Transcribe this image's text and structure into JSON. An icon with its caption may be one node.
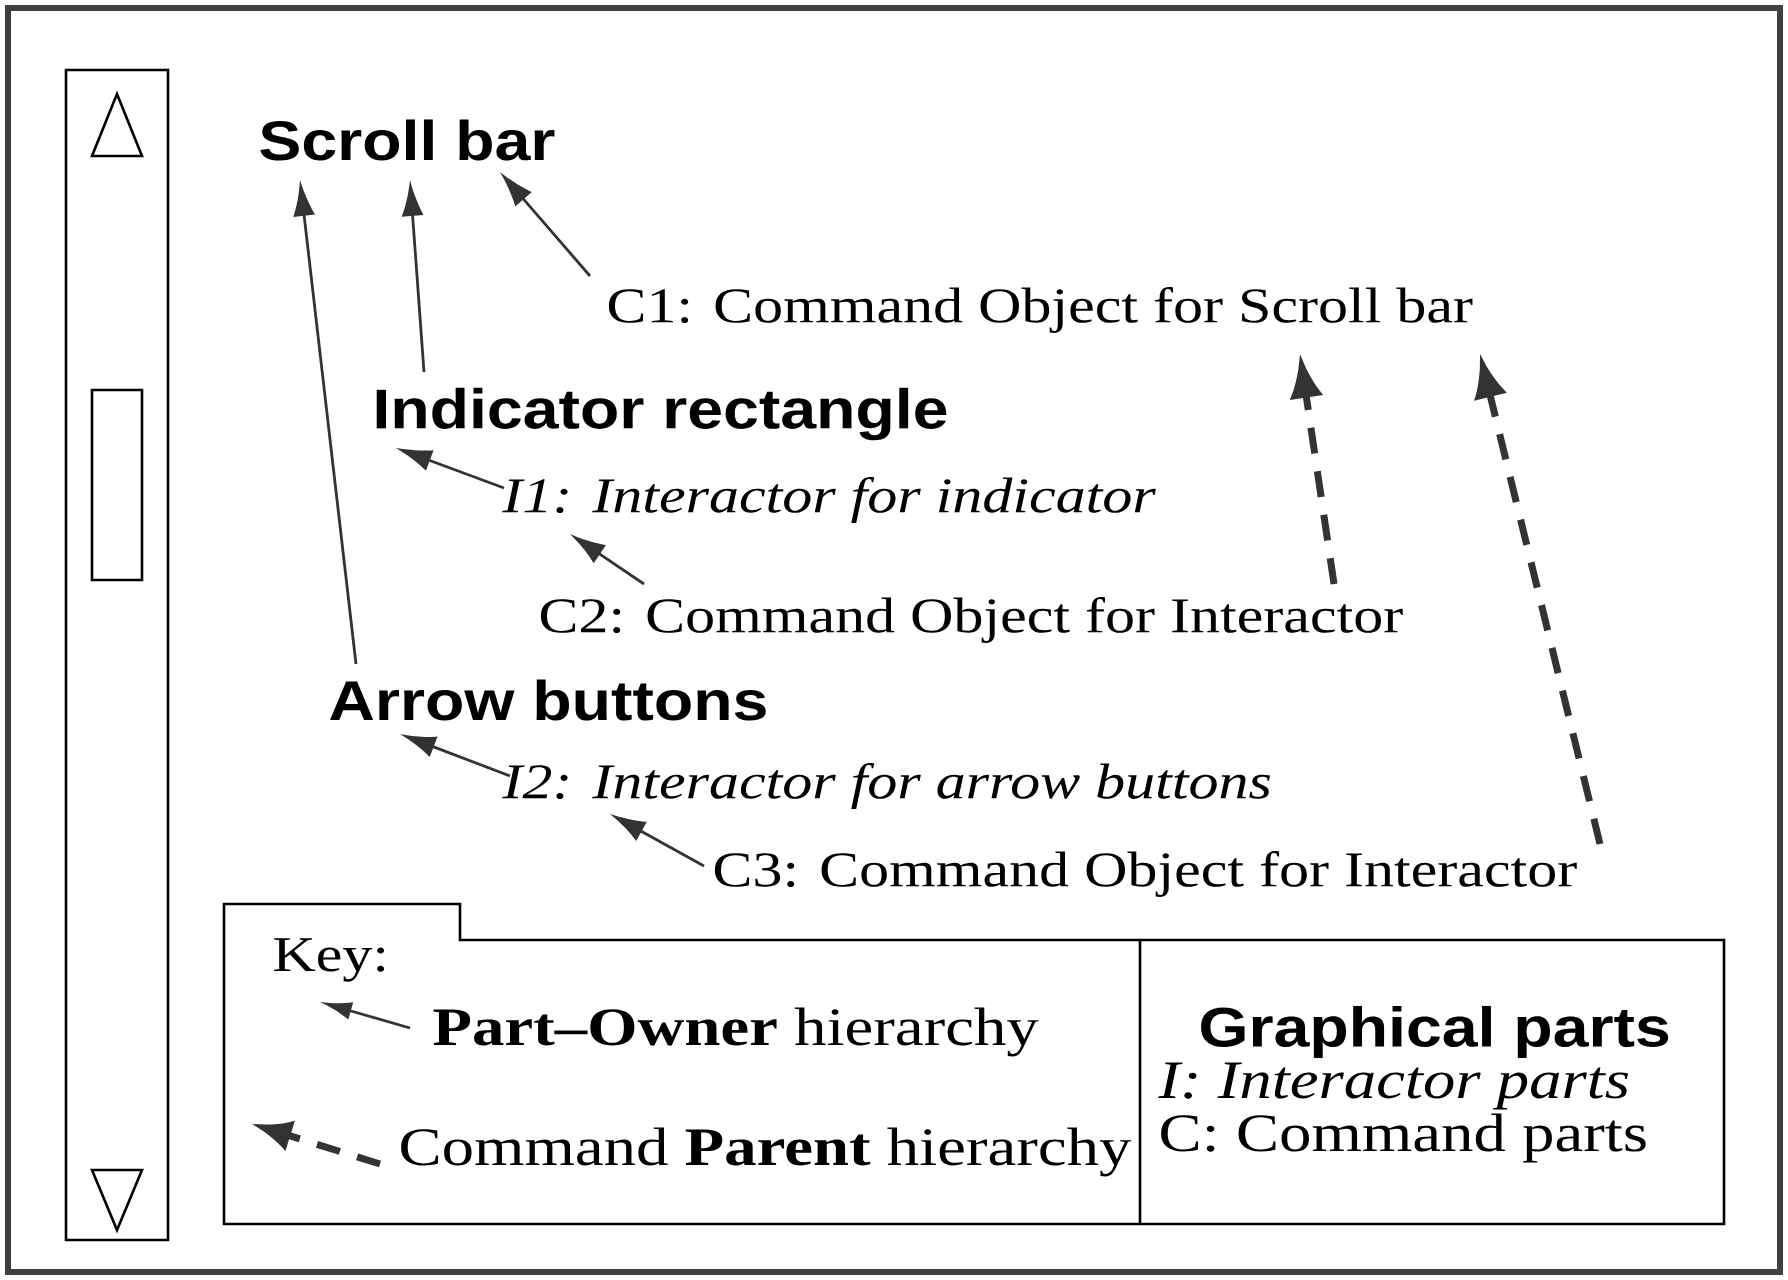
{
  "diagram": {
    "nodes": [
      {
        "text": [
          "Scroll bar"
        ]
      },
      {
        "text": [
          "Indicator rectangle"
        ]
      },
      {
        "text": [
          "Arrow buttons"
        ]
      },
      {
        "text": [
          "C1: Command Object for Scroll bar"
        ]
      },
      {
        "text": [
          "I1: Interactor for indicator"
        ]
      },
      {
        "text": [
          "C2: Command Object for Interactor"
        ]
      },
      {
        "text": [
          "I2: Interactor for arrow buttons"
        ]
      },
      {
        "text": [
          "C3: Command Object for Interactor"
        ]
      }
    ],
    "edges": [
      {
        "from": 1,
        "to": 0,
        "arrow": "to"
      },
      {
        "from": 2,
        "to": 0,
        "arrow": "to"
      },
      {
        "from": 3,
        "to": 0,
        "arrow": "to"
      },
      {
        "from": 4,
        "to": 1,
        "arrow": "to"
      },
      {
        "from": 5,
        "to": 4,
        "arrow": "to"
      },
      {
        "from": 6,
        "to": 2,
        "arrow": "to"
      },
      {
        "from": 7,
        "to": 6,
        "arrow": "to"
      },
      {
        "from": 5,
        "to": 3,
        "arrow": "to",
        "style": "dashed"
      },
      {
        "from": 7,
        "to": 3,
        "arrow": "to",
        "style": "dashed"
      }
    ],
    "labels": [
      "Key:",
      "Graphical parts",
      "I: Interactor parts",
      "C: Command parts"
    ],
    "legend": [
      {
        "text": "**Part–Owner** hierarchy"
      },
      {
        "text": "Command **Parent** hierarchy"
      }
    ]
  }
}
